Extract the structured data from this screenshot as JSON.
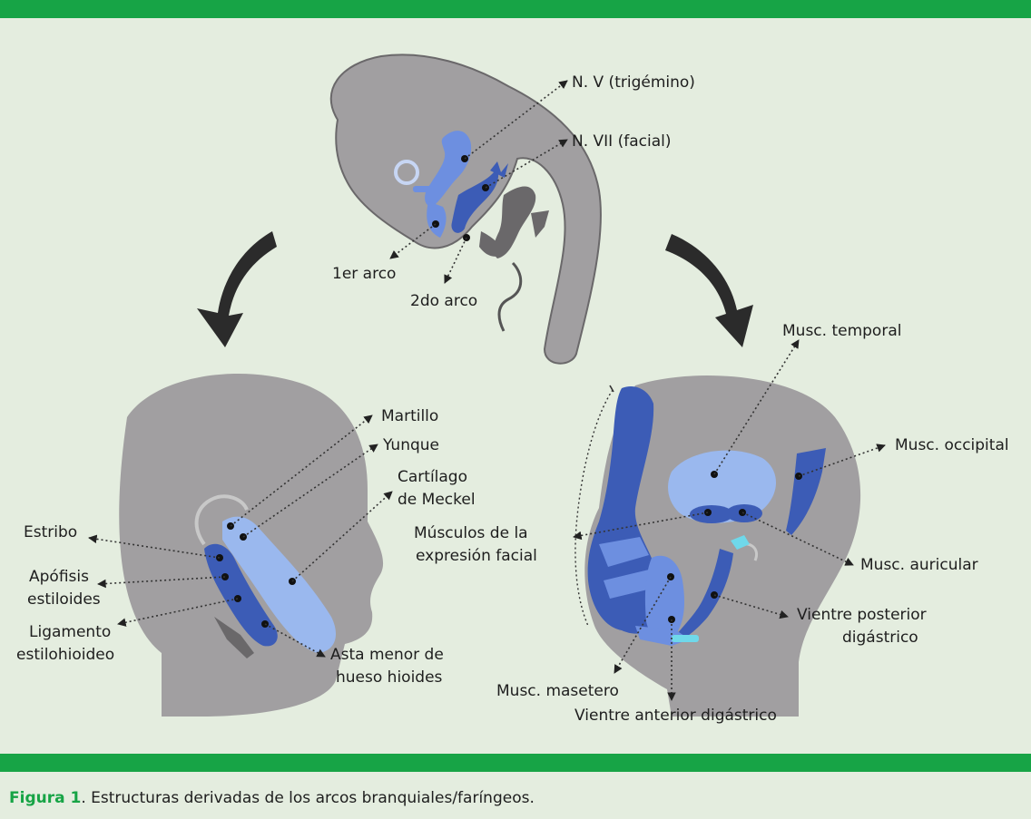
{
  "colors": {
    "green_bar": "#17a446",
    "background": "#e4eddf",
    "head_gray": "#a19fa1",
    "first_arch_blue": "#6d8fe0",
    "dark_blue": "#3c5cb6",
    "light_blue": "#9ab8ee",
    "third_arch_gray": "#6a686a"
  },
  "embryo": {
    "labels": {
      "n5": "N. V (trigémino)",
      "n7": "N. VII (facial)",
      "arch1": "1er arco",
      "arch2": "2do arco"
    }
  },
  "left_head": {
    "labels": {
      "martillo": "Martillo",
      "yunque": "Yunque",
      "meckel_1": "Cartílago",
      "meckel_2": "de Meckel",
      "estribo": "Estribo",
      "apofisis_1": "Apófisis",
      "apofisis_2": "estiloides",
      "ligamento_1": "Ligamento",
      "ligamento_2": "estilohioideo",
      "asta_1": "Asta menor de",
      "asta_2": "hueso hioides"
    }
  },
  "right_head": {
    "labels": {
      "temporal": "Musc. temporal",
      "occipital": "Musc. occipital",
      "expresion_1": "Músculos de la",
      "expresion_2": "expresión facial",
      "auricular": "Musc. auricular",
      "posterior_1": "Vientre posterior",
      "posterior_2": "digástrico",
      "masetero": "Musc. masetero",
      "anterior": "Vientre anterior digástrico"
    }
  },
  "caption": {
    "figure_label": "Figura 1",
    "text": ". Estructuras derivadas de los arcos branquiales/faríngeos."
  }
}
